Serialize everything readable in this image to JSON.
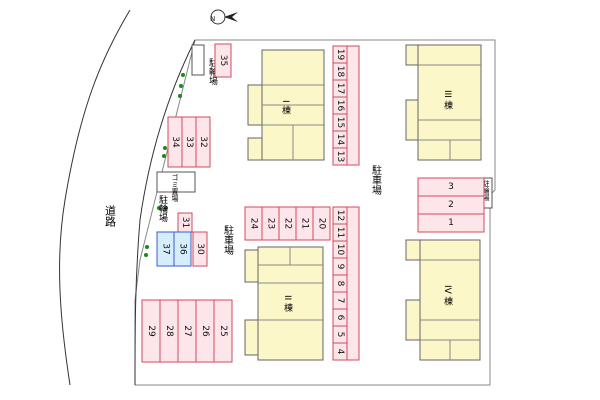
{
  "map": {
    "compass_label": "N",
    "road_label": "道路",
    "buildings": {
      "b1": "I 棟",
      "b2": "II 棟",
      "b3": "III 棟",
      "b4": "IV 棟"
    },
    "parking_lot_labels": {
      "right_center": "駐車場",
      "left_center": "駐車場"
    },
    "bicycle_parking_labels": {
      "top_left": "駐輪場",
      "mid_left": "駐輪場",
      "right": "駐輪場"
    },
    "trash_label": "ゴミ置場",
    "parking_stalls": {
      "top_center_column": [
        "19",
        "18",
        "17",
        "16",
        "15",
        "14",
        "13"
      ],
      "middle_center_column": [
        "12",
        "11",
        "10",
        "9",
        "8",
        "7",
        "6",
        "5",
        "4"
      ],
      "right_stack": [
        "3",
        "2",
        "1"
      ],
      "row_24_20": [
        "24",
        "23",
        "22",
        "21",
        "20"
      ],
      "left_column_upper": [
        "34",
        "33",
        "32"
      ],
      "lone_35": "35",
      "small_31": "31",
      "small_30": "30",
      "blue_37_36": [
        "37",
        "36"
      ],
      "bottom_row": [
        "29",
        "28",
        "27",
        "26",
        "25"
      ]
    }
  }
}
